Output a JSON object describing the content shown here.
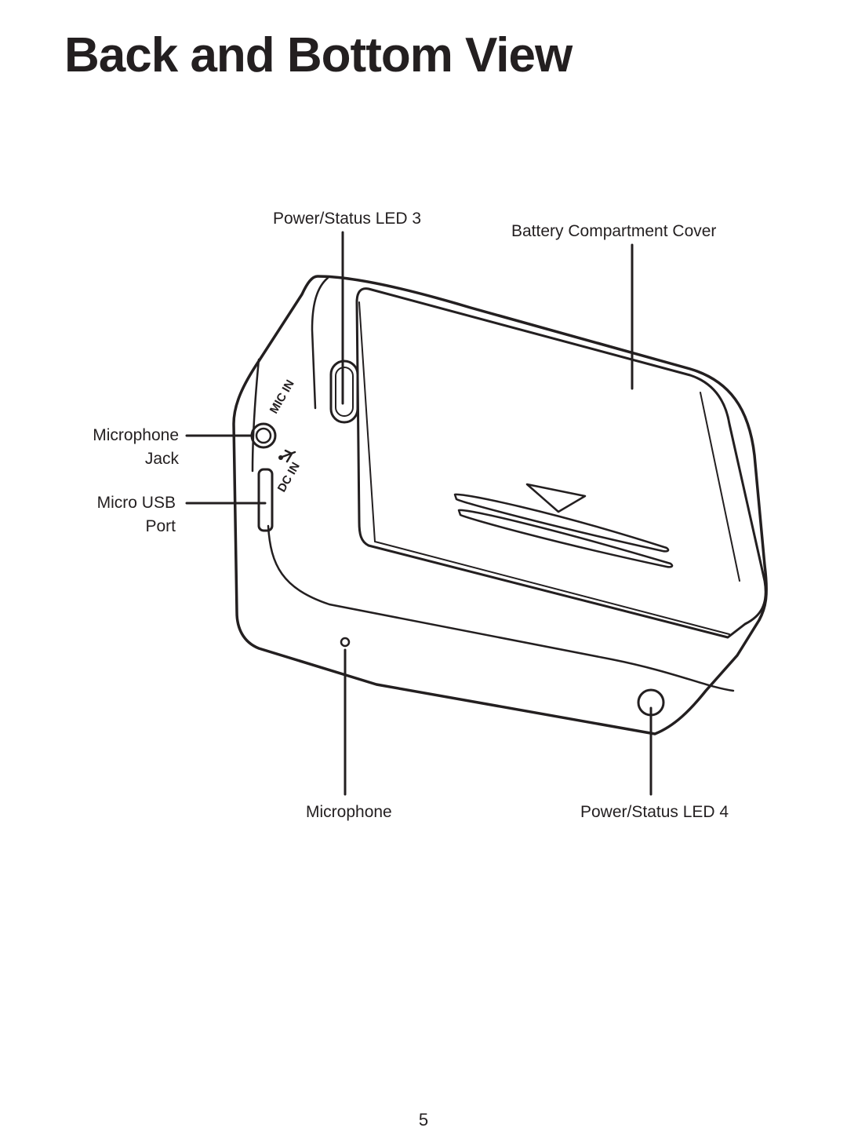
{
  "page": {
    "title": "Back and Bottom View",
    "page_number": "5"
  },
  "callouts": {
    "power_status_led_3": "Power/Status LED 3",
    "battery_compartment_cover": "Battery Compartment Cover",
    "microphone_jack": [
      "Microphone",
      "Jack"
    ],
    "micro_usb_port": [
      "Micro USB",
      "Port"
    ],
    "microphone": "Microphone",
    "power_status_led_4": "Power/Status LED 4"
  },
  "device_markings": {
    "mic_in": "MIC IN",
    "dc_in": "DC IN"
  }
}
